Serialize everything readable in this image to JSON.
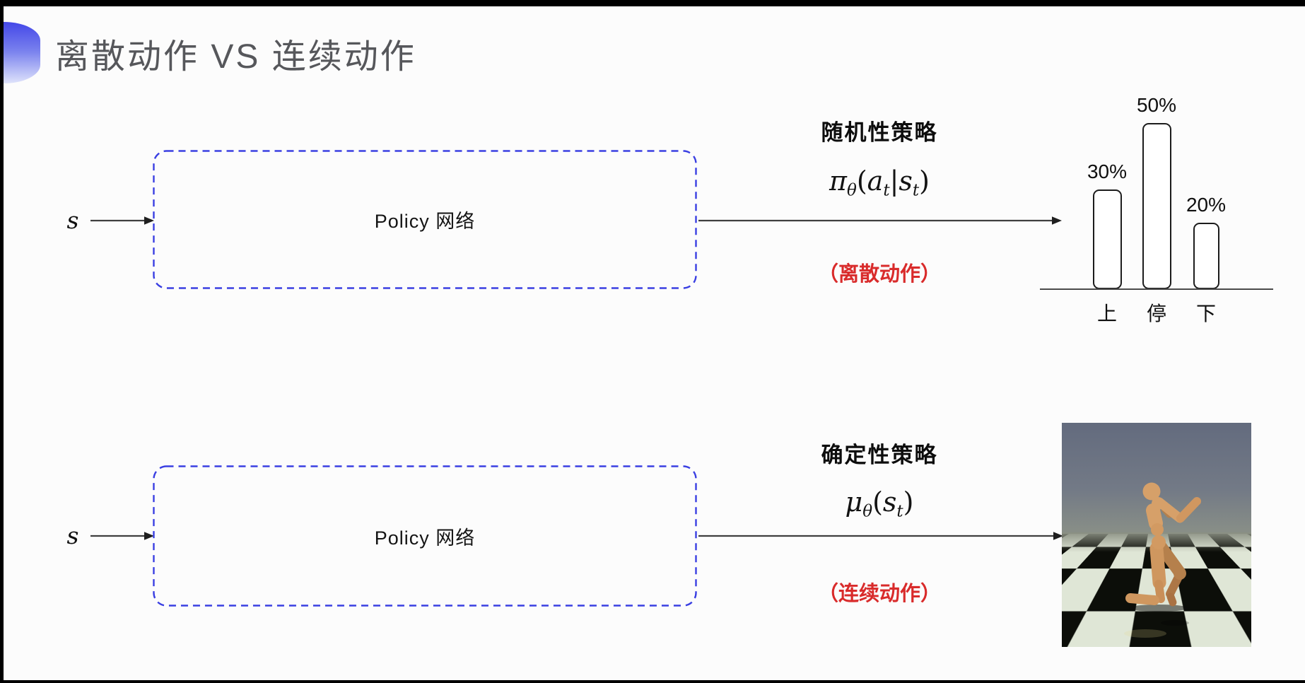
{
  "title": {
    "text": "离散动作 VS 连续动作"
  },
  "top_flow": {
    "input_label": "s",
    "box_label": "Policy 网络",
    "policy_type": "随机性策略",
    "formula": [
      {
        "c": "π"
      },
      {
        "c": "θ",
        "sub": 1
      },
      {
        "c": "(",
        "up": 1
      },
      {
        "c": "a"
      },
      {
        "c": "t",
        "sub": 1
      },
      {
        "c": "|",
        "up": 1
      },
      {
        "c": "s"
      },
      {
        "c": "t",
        "sub": 1
      },
      {
        "c": ")",
        "up": 1
      }
    ],
    "action_note": "（离散动作）"
  },
  "chart_data": {
    "type": "bar",
    "title": "",
    "categories": [
      "上",
      "停",
      "下"
    ],
    "values": [
      30,
      50,
      20
    ],
    "value_labels": [
      "30%",
      "50%",
      "20%"
    ],
    "unit": "%",
    "orientation": "vertical",
    "gridlines": false,
    "legend": false,
    "bar_fill": "#ffffff",
    "bar_outline": "#1c1c1c"
  },
  "bottom_flow": {
    "input_label": "s",
    "box_label": "Policy 网络",
    "policy_type": "确定性策略",
    "formula": [
      {
        "c": "μ"
      },
      {
        "c": "θ",
        "sub": 1
      },
      {
        "c": "(",
        "up": 1
      },
      {
        "c": "s"
      },
      {
        "c": "t",
        "sub": 1
      },
      {
        "c": ")",
        "up": 1
      }
    ],
    "action_note": "（连续动作）"
  },
  "colors": {
    "accent_blue": "#3a3fe2",
    "note_red": "#d92b2b",
    "title_gray": "#56575b",
    "arrow": "#3f3f3f"
  }
}
